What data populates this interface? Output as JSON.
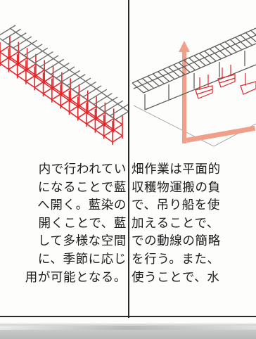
{
  "left_column": {
    "lines": [
      "内で行われてい",
      "になることで藍",
      "へ開く。藍染の",
      "開くことで、藍",
      "して多様な空間",
      "に、季節に応じ",
      "用が可能となる。"
    ]
  },
  "right_column": {
    "lines": [
      "畑作業は平面的",
      "収穫物運搬の負",
      "で、吊り船を使",
      "加えることで、",
      "での動線の簡略",
      "を行う。また、",
      "使うことで、水"
    ]
  },
  "colors": {
    "structure_red": "#e5262b",
    "structure_gray": "#6f6f6f",
    "arrow_salmon": "#f0a08a",
    "rule": "#2a2a2a"
  }
}
